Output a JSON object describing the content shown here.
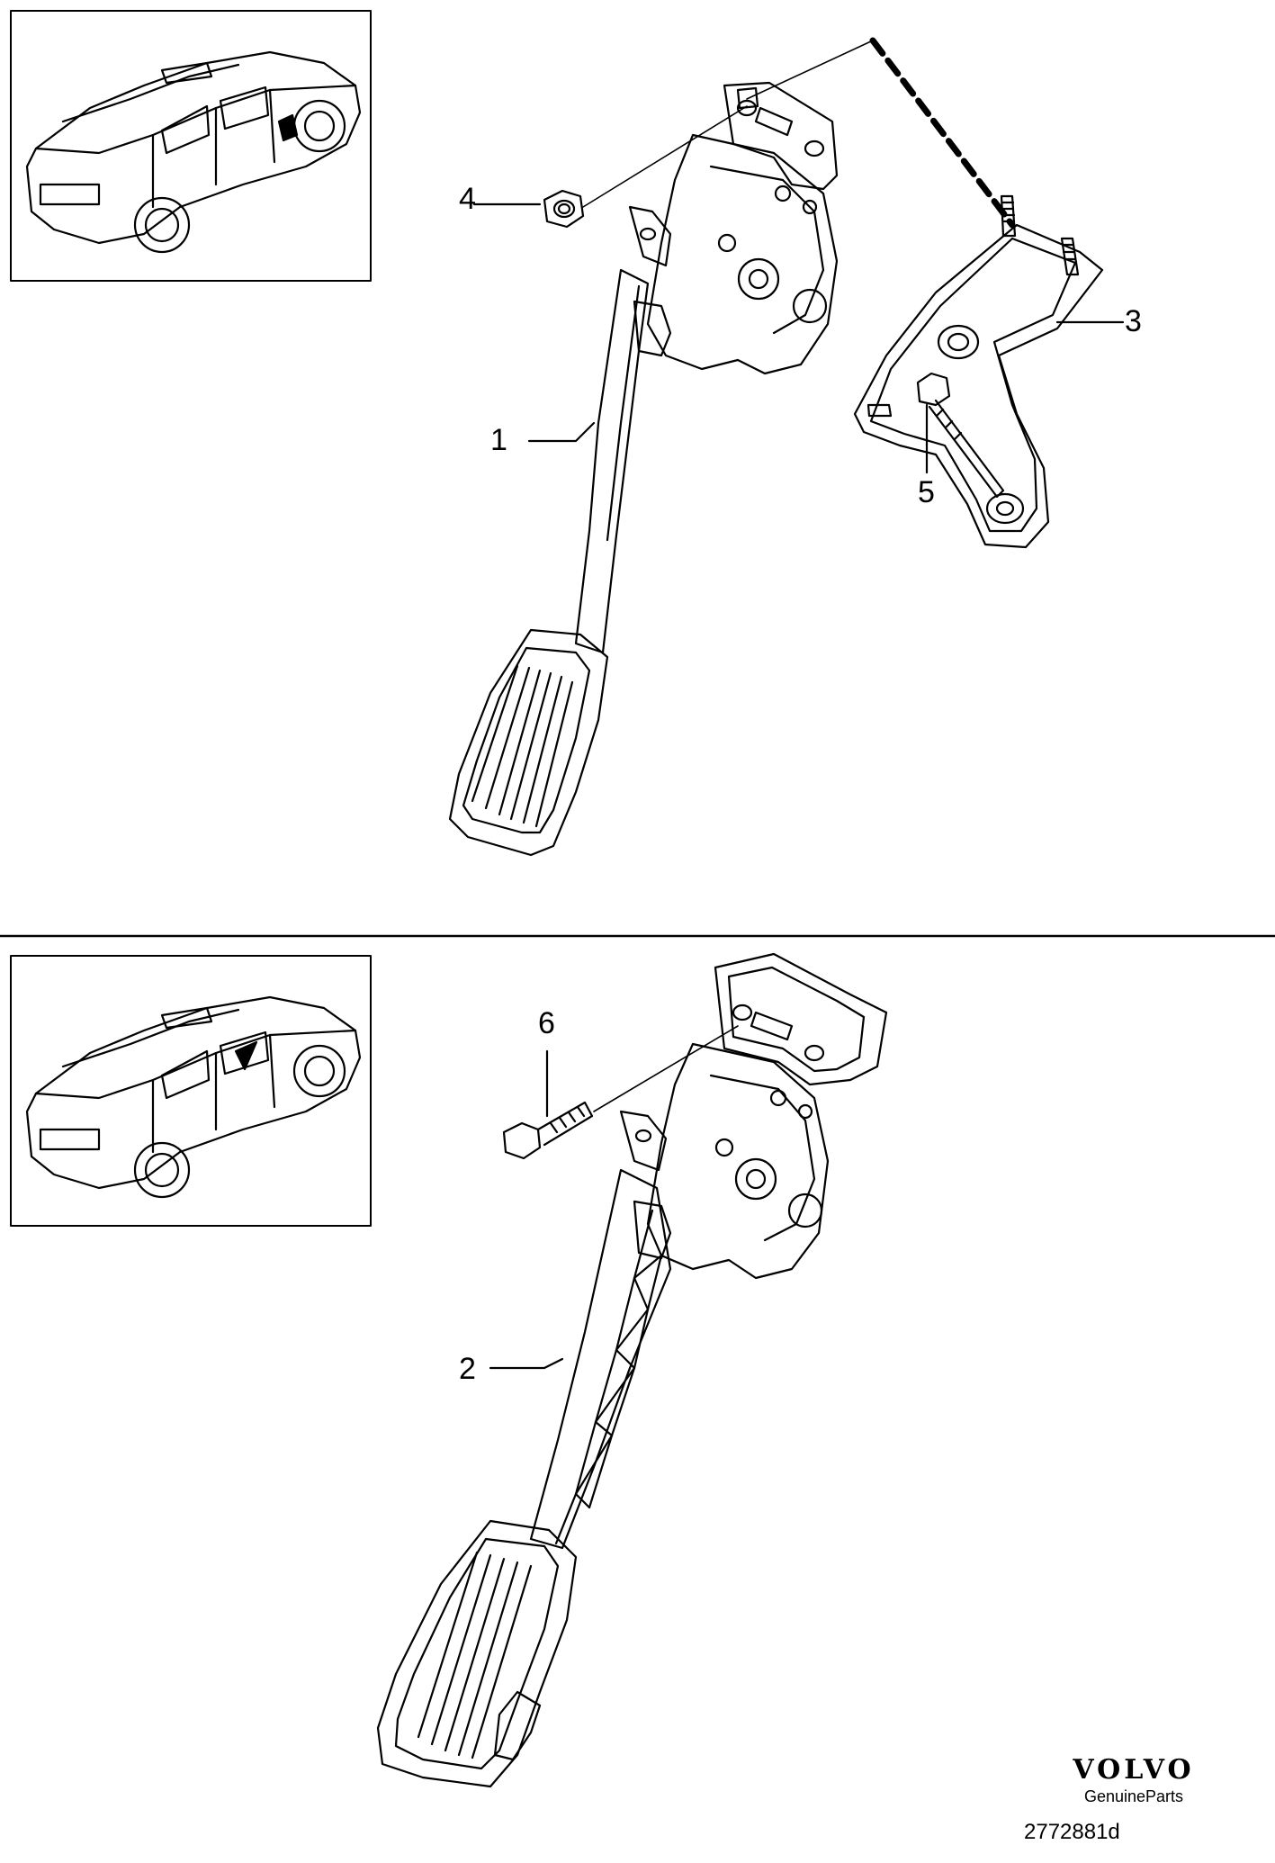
{
  "callouts": {
    "c1": "1",
    "c2": "2",
    "c3": "3",
    "c4": "4",
    "c5": "5",
    "c6": "6"
  },
  "brand": {
    "logo": "VOLVO",
    "tagline": "GenuineParts"
  },
  "drawing_number": "2772881d",
  "colors": {
    "line": "#000000",
    "background": "#ffffff"
  }
}
